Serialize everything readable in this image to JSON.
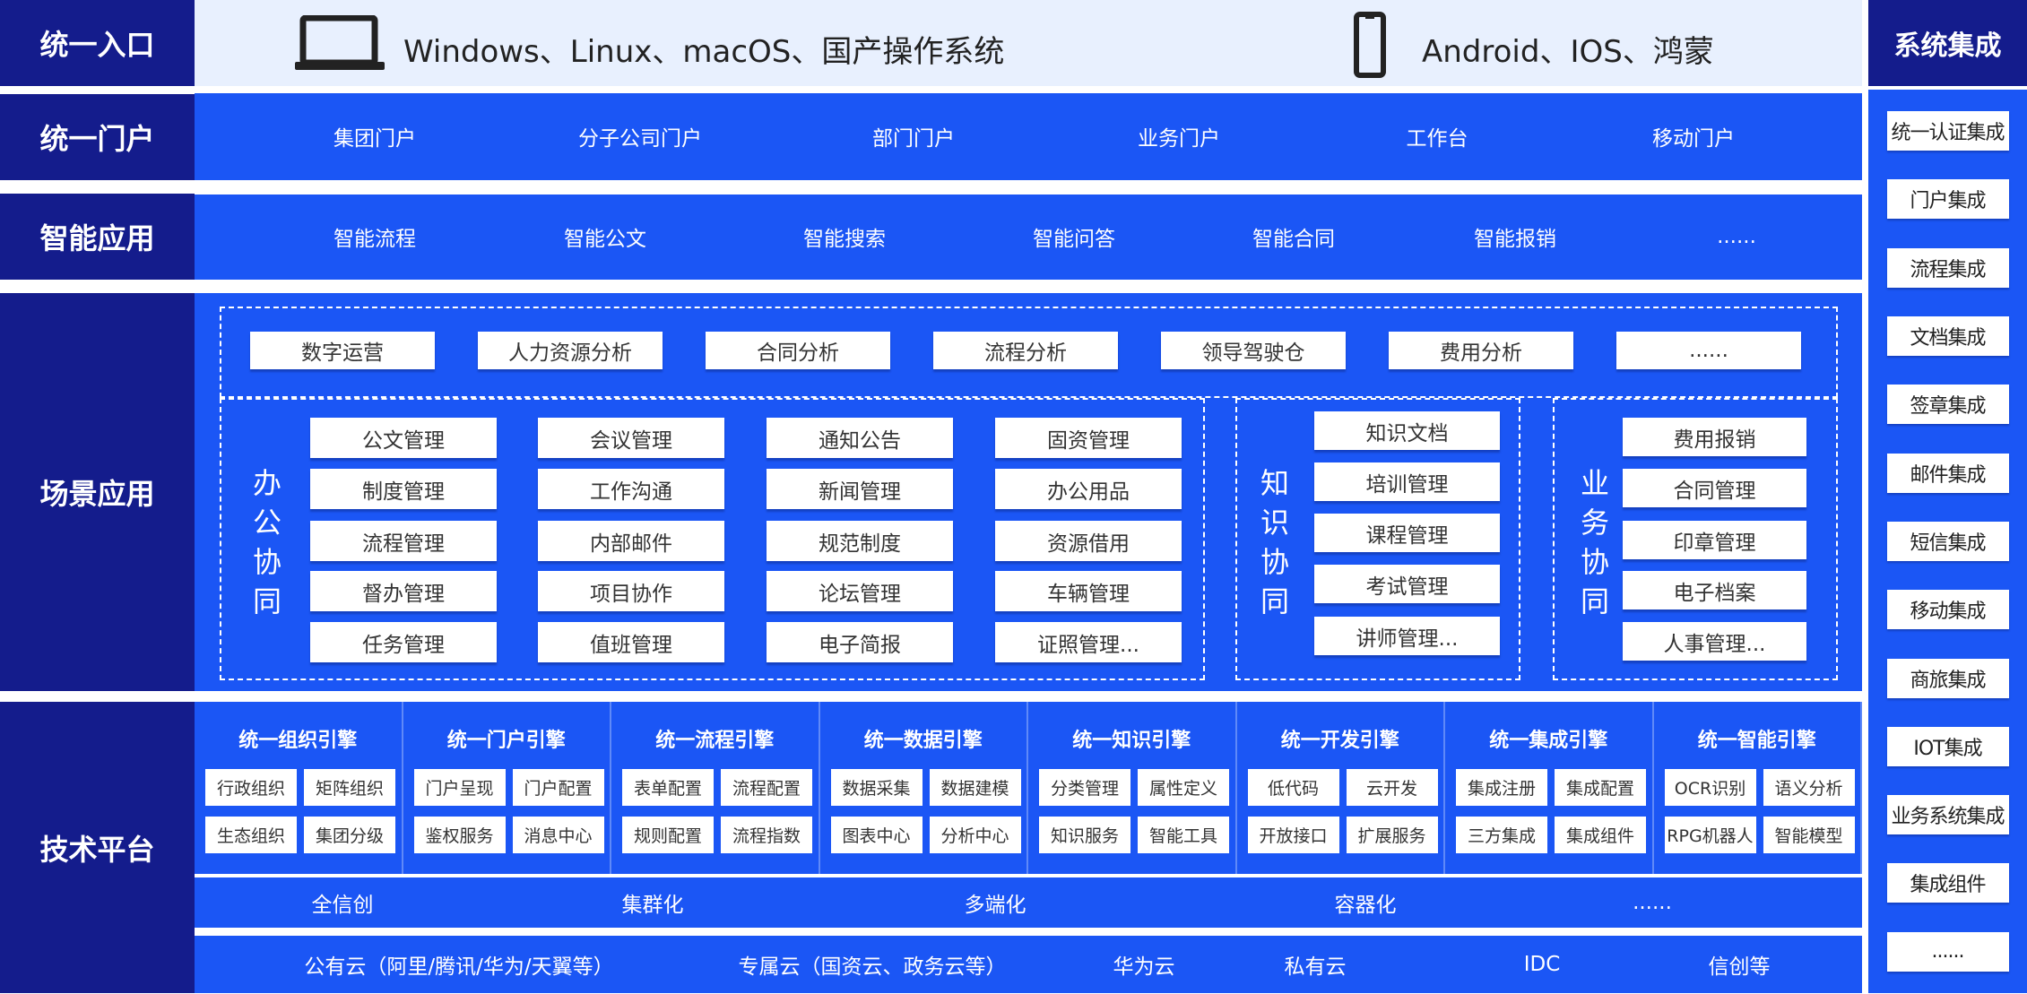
{
  "colors": {
    "navy": "#141c8c",
    "blue": "#1b56f5",
    "light": "#e8f0fe"
  },
  "entry": {
    "label": "统一入口",
    "desktop_icon": "laptop-icon",
    "desktop": "Windows、Linux、macOS、国产操作系统",
    "mobile_icon": "phone-icon",
    "mobile": "Android、IOS、鸿蒙"
  },
  "portal": {
    "label": "统一门户",
    "items": [
      "集团门户",
      "分子公司门户",
      "部门门户",
      "业务门户",
      "工作台",
      "移动门户"
    ]
  },
  "smart": {
    "label": "智能应用",
    "items": [
      "智能流程",
      "智能公文",
      "智能搜索",
      "智能问答",
      "智能合同",
      "智能报销",
      "......"
    ]
  },
  "scene": {
    "label": "场景应用",
    "analytics": [
      "数字运营",
      "人力资源分析",
      "合同分析",
      "流程分析",
      "领导驾驶仓",
      "费用分析",
      "......"
    ],
    "office": {
      "title": "办公协同",
      "items": [
        "公文管理",
        "会议管理",
        "通知公告",
        "固资管理",
        "制度管理",
        "工作沟通",
        "新闻管理",
        "办公用品",
        "流程管理",
        "内部邮件",
        "规范制度",
        "资源借用",
        "督办管理",
        "项目协作",
        "论坛管理",
        "车辆管理",
        "任务管理",
        "值班管理",
        "电子简报",
        "证照管理..."
      ]
    },
    "knowledge": {
      "title": "知识协同",
      "items": [
        "知识文档",
        "培训管理",
        "课程管理",
        "考试管理",
        "讲师管理..."
      ]
    },
    "business": {
      "title": "业务协同",
      "items": [
        "费用报销",
        "合同管理",
        "印章管理",
        "电子档案",
        "人事管理..."
      ]
    }
  },
  "tech": {
    "label": "技术平台",
    "engines": [
      {
        "title": "统一组织引擎",
        "items": [
          "行政组织",
          "矩阵组织",
          "生态组织",
          "集团分级"
        ]
      },
      {
        "title": "统一门户引擎",
        "items": [
          "门户呈现",
          "门户配置",
          "鉴权服务",
          "消息中心"
        ]
      },
      {
        "title": "统一流程引擎",
        "items": [
          "表单配置",
          "流程配置",
          "规则配置",
          "流程指数"
        ]
      },
      {
        "title": "统一数据引擎",
        "items": [
          "数据采集",
          "数据建模",
          "图表中心",
          "分析中心"
        ]
      },
      {
        "title": "统一知识引擎",
        "items": [
          "分类管理",
          "属性定义",
          "知识服务",
          "智能工具"
        ]
      },
      {
        "title": "统一开发引擎",
        "items": [
          "低代码",
          "云开发",
          "开放接口",
          "扩展服务"
        ]
      },
      {
        "title": "统一集成引擎",
        "items": [
          "集成注册",
          "集成配置",
          "三方集成",
          "集成组件"
        ]
      },
      {
        "title": "统一智能引擎",
        "items": [
          "OCR识别",
          "语义分析",
          "RPG机器人",
          "智能模型"
        ]
      }
    ],
    "features": [
      "全信创",
      "集群化",
      "多端化",
      "容器化",
      "......"
    ],
    "clouds": [
      "公有云（阿里/腾讯/华为/天翼等）",
      "专属云（国资云、政务云等）",
      "华为云",
      "私有云",
      "IDC",
      "信创等"
    ]
  },
  "integration": {
    "label": "系统集成",
    "items": [
      "统一认证集成",
      "门户集成",
      "流程集成",
      "文档集成",
      "签章集成",
      "邮件集成",
      "短信集成",
      "移动集成",
      "商旅集成",
      "IOT集成",
      "业务系统集成",
      "集成组件",
      "......"
    ]
  }
}
